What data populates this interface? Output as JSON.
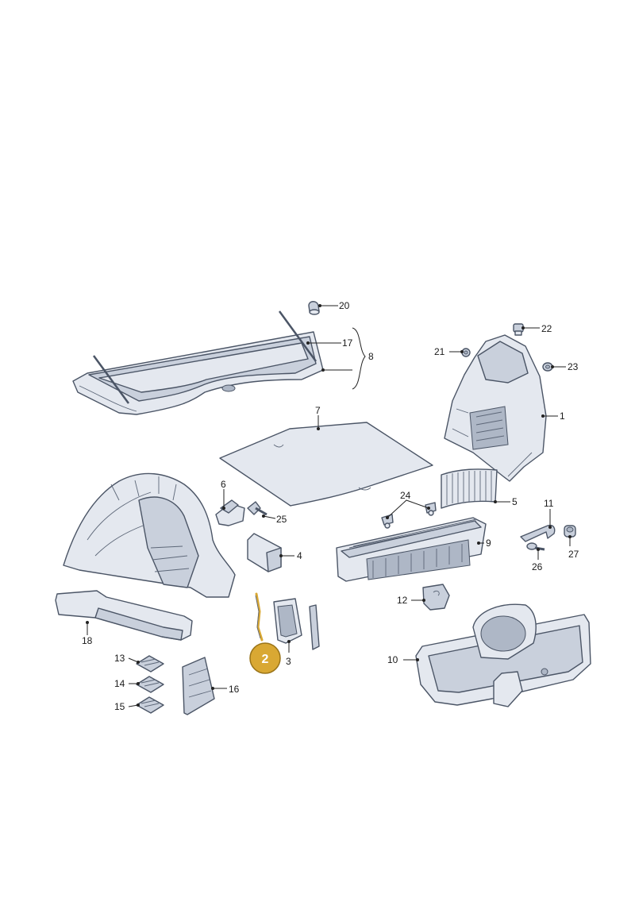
{
  "labels": {
    "p1": "1",
    "p2": "2",
    "p3": "3",
    "p4": "4",
    "p5": "5",
    "p6": "6",
    "p7": "7",
    "p8": "8",
    "p9": "9",
    "p10": "10",
    "p11": "11",
    "p12": "12",
    "p13": "13",
    "p14": "14",
    "p15": "15",
    "p16": "16",
    "p17": "17",
    "p18": "18",
    "p20": "20",
    "p21": "21",
    "p22": "22",
    "p23": "23",
    "p24": "24",
    "p25": "25",
    "p26": "26",
    "p27": "27"
  },
  "highlight": {
    "label": "2",
    "color": "#d9a833"
  },
  "colors": {
    "part_fill": "#e4e8ef",
    "part_outline": "#4b5566"
  }
}
